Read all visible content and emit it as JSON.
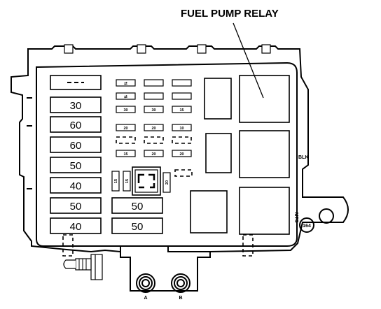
{
  "callout": {
    "label": "FUEL PUMP RELAY"
  },
  "left_fuses": [
    {
      "rating": ""
    },
    {
      "rating": "30"
    },
    {
      "rating": "60"
    },
    {
      "rating": "60"
    },
    {
      "rating": "50"
    },
    {
      "rating": "40"
    },
    {
      "rating": "50"
    },
    {
      "rating": "40"
    }
  ],
  "middle_fuses": [
    {
      "rating": "50"
    },
    {
      "rating": "50"
    }
  ],
  "mini_fuses": {
    "row1": [
      "⇄",
      "",
      ""
    ],
    "row2": [
      "⇄",
      "",
      ""
    ],
    "row3": [
      "30",
      "30",
      "15"
    ],
    "row4": [
      "20",
      "20",
      "10"
    ],
    "row6": [
      "15",
      "20",
      "20"
    ]
  },
  "vertical_fuses": [
    "15",
    "15",
    "20"
  ],
  "labels": {
    "blk": "BLK",
    "mts": "MTS",
    "stud": "164",
    "term_a": "A",
    "term_b": "B"
  }
}
